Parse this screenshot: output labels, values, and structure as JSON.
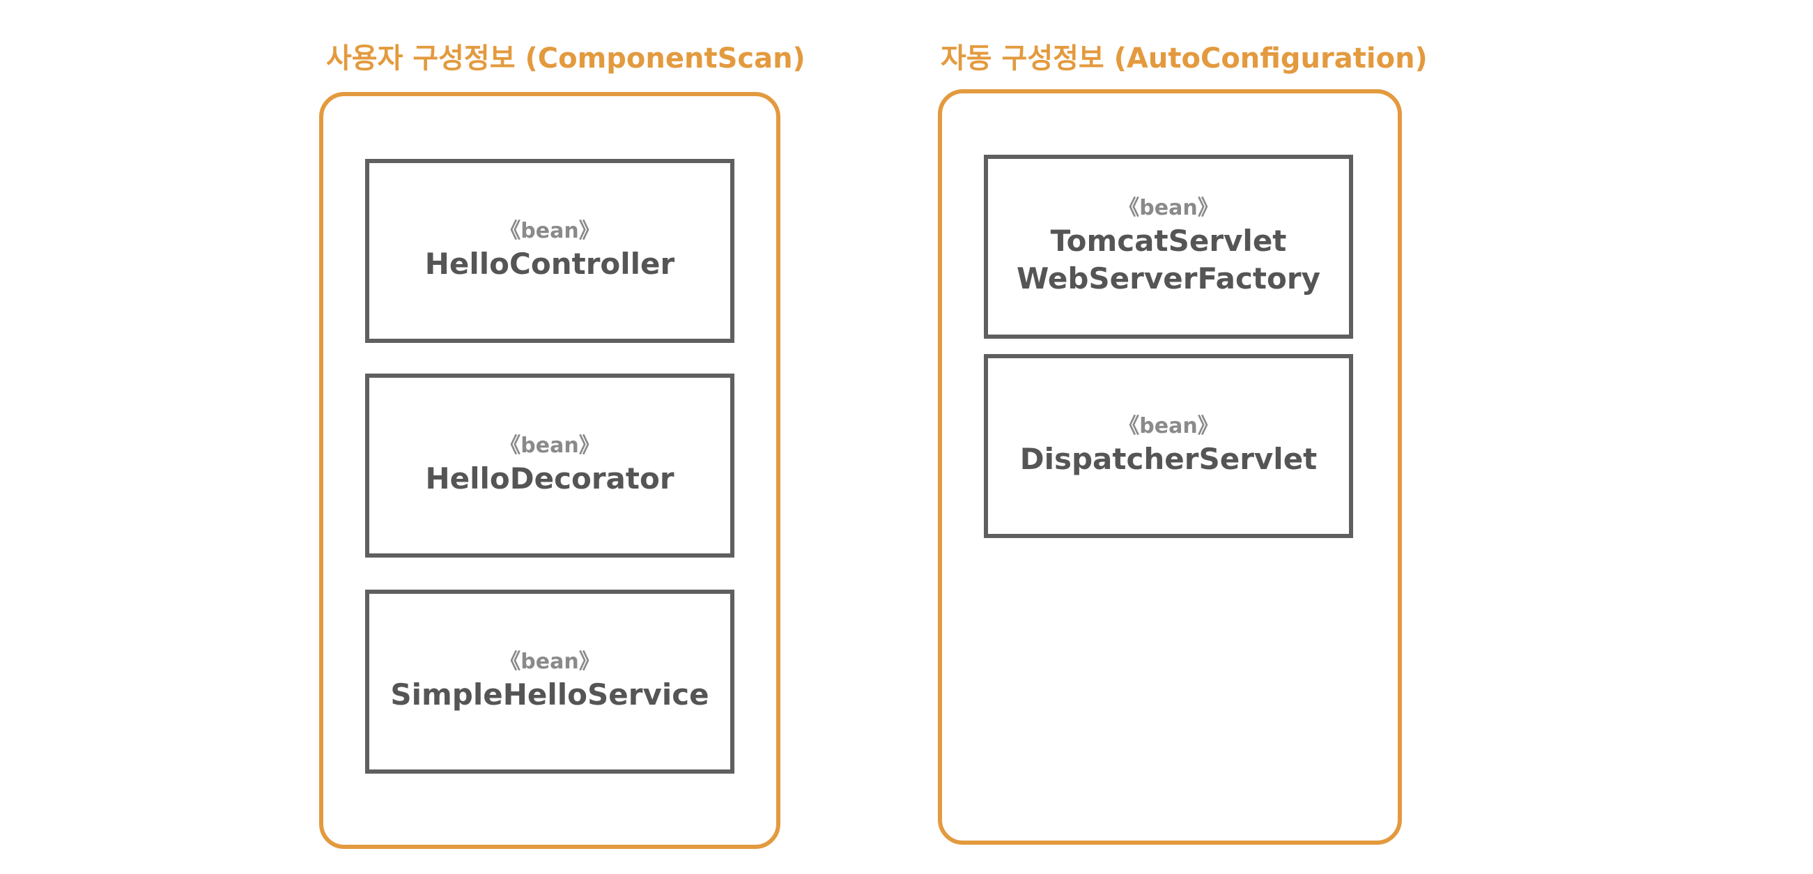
{
  "colors": {
    "accent": "#e39a3e",
    "box_border": "#5f5f5f",
    "bean_name": "#555555",
    "stereotype": "#8a8a8a",
    "background": "#ffffff"
  },
  "groups": [
    {
      "title": "사용자 구성정보 (ComponentScan)",
      "beans": [
        {
          "stereotype": "《bean》",
          "name_lines": [
            "HelloController"
          ]
        },
        {
          "stereotype": "《bean》",
          "name_lines": [
            "HelloDecorator"
          ]
        },
        {
          "stereotype": "《bean》",
          "name_lines": [
            "SimpleHelloService"
          ]
        }
      ]
    },
    {
      "title": "자동 구성정보 (AutoConfiguration)",
      "beans": [
        {
          "stereotype": "《bean》",
          "name_lines": [
            "TomcatServlet",
            "WebServerFactory"
          ]
        },
        {
          "stereotype": "《bean》",
          "name_lines": [
            "DispatcherServlet"
          ]
        }
      ]
    }
  ]
}
